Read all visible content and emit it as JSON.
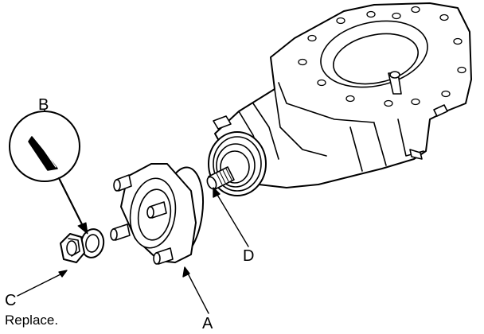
{
  "labels": {
    "a": "A",
    "b": "B",
    "c": "C",
    "d": "D",
    "note": "Replace."
  },
  "colors": {
    "line": "#000000",
    "fill": "#ffffff"
  }
}
